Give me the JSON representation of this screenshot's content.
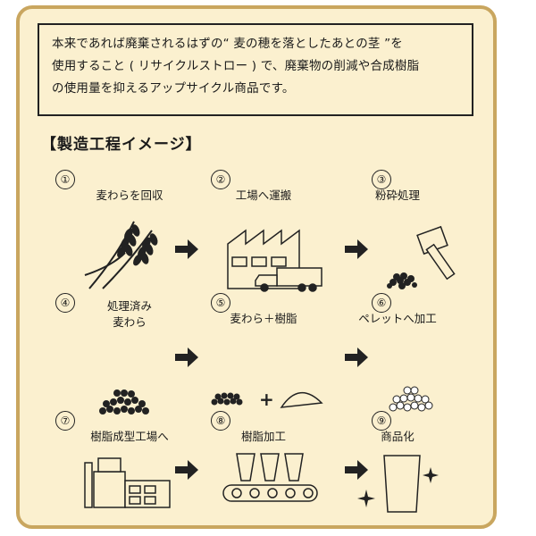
{
  "description": {
    "line1": "本来であれば廃棄されるはずの“ 麦の穂を落としたあとの茎 ”を",
    "line2": "使用すること ( リサイクルストロー ) で、廃棄物の削減や合成樹脂",
    "line3": "の使用量を抑えるアップサイクル商品です。"
  },
  "section_title": "【製造工程イメージ】",
  "steps": [
    {
      "num": "①",
      "label": "麦わらを回収",
      "icon": "wheat-icon"
    },
    {
      "num": "②",
      "label": "工場へ運搬",
      "icon": "factory-truck-icon"
    },
    {
      "num": "③",
      "label": "粉砕処理",
      "icon": "hammer-icon"
    },
    {
      "num": "④",
      "label": "処理済み\n麦わら",
      "icon": "processed-straw-icon"
    },
    {
      "num": "⑤",
      "label": "麦わら＋樹脂",
      "icon": "straw-plus-resin-icon"
    },
    {
      "num": "⑥",
      "label": "ペレットへ加工",
      "icon": "pellets-icon"
    },
    {
      "num": "⑦",
      "label": "樹脂成型工場へ",
      "icon": "molding-factory-icon"
    },
    {
      "num": "⑧",
      "label": "樹脂加工",
      "icon": "conveyor-icon"
    },
    {
      "num": "⑨",
      "label": "商品化",
      "icon": "cup-icon"
    }
  ],
  "plus_sign": "+",
  "colors": {
    "background": "#fbf0cf",
    "border": "#c9a65f",
    "ink": "#222222"
  }
}
